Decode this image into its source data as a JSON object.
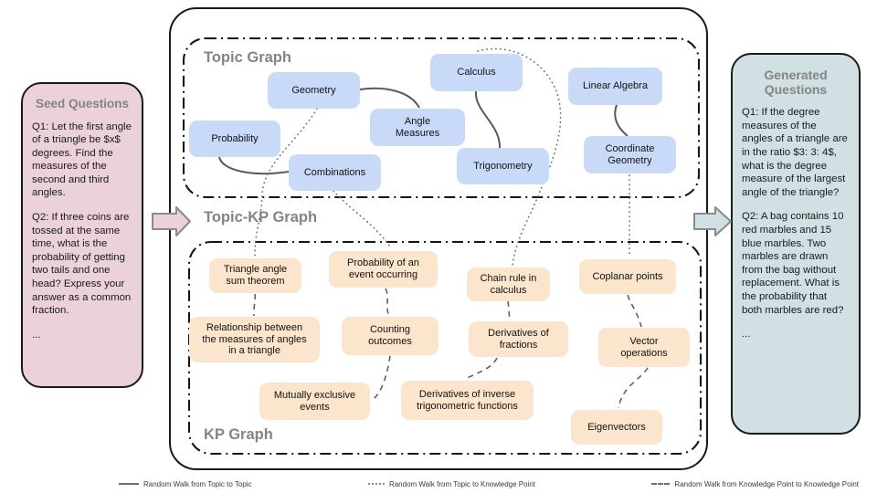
{
  "seed_panel": {
    "title": "Seed Questions",
    "q1": "Q1: Let the first angle of a triangle be $x$ degrees. Find the measures of the second and third angles.",
    "q2": "Q2: If three coins are tossed at the same time, what is the probability of getting two tails and one head? Express your answer as a common fraction.",
    "ellipsis": "..."
  },
  "generated_panel": {
    "title": "Generated Questions",
    "q1": "Q1: If the degree measures of the angles of a triangle are in the ratio $3: 3: 4$, what is the degree measure of the largest angle of the triangle?",
    "q2": "Q2: A bag contains 10 red marbles and 15 blue marbles. Two marbles are drawn from the bag without replacement. What is the probability that both marbles are red?",
    "ellipsis": "..."
  },
  "diagram": {
    "topic_graph_label": "Topic Graph",
    "topic_kp_graph_label": "Topic-KP Graph",
    "kp_graph_label": "KP Graph",
    "topic_nodes": [
      {
        "id": "geometry",
        "label": "Geometry"
      },
      {
        "id": "probability",
        "label": "Probability"
      },
      {
        "id": "angle-measures",
        "label": "Angle Measures"
      },
      {
        "id": "combinations",
        "label": "Combinations"
      },
      {
        "id": "calculus",
        "label": "Calculus"
      },
      {
        "id": "trigonometry",
        "label": "Trigonometry"
      },
      {
        "id": "linear-algebra",
        "label": "Linear Algebra"
      },
      {
        "id": "coordinate-geometry",
        "label": "Coordinate Geometry"
      }
    ],
    "kp_nodes": [
      {
        "id": "triangle-angle-sum",
        "label": "Triangle angle sum theorem"
      },
      {
        "id": "prob-event",
        "label": "Probability of an event occurring"
      },
      {
        "id": "chain-rule",
        "label": "Chain rule in calculus"
      },
      {
        "id": "coplanar-points",
        "label": "Coplanar points"
      },
      {
        "id": "relationship-angles",
        "label": "Relationship between the measures of angles in a triangle"
      },
      {
        "id": "counting-outcomes",
        "label": "Counting outcomes"
      },
      {
        "id": "derivatives-fractions",
        "label": "Derivatives of fractions"
      },
      {
        "id": "vector-operations",
        "label": "Vector operations"
      },
      {
        "id": "mutually-exclusive",
        "label": "Mutually exclusive events"
      },
      {
        "id": "derivatives-inverse-trig",
        "label": "Derivatives of inverse trigonometric functions"
      },
      {
        "id": "eigenvectors",
        "label": "Eigenvectors"
      }
    ],
    "edges": {
      "topic_to_topic": [
        [
          "Geometry",
          "Angle Measures"
        ],
        [
          "Probability",
          "Combinations"
        ],
        [
          "Calculus",
          "Trigonometry"
        ],
        [
          "Linear Algebra",
          "Coordinate Geometry"
        ]
      ],
      "topic_to_kp": [
        [
          "Geometry",
          "Triangle angle sum theorem"
        ],
        [
          "Combinations",
          "Probability of an event occurring"
        ],
        [
          "Calculus",
          "Chain rule in calculus"
        ],
        [
          "Coordinate Geometry",
          "Coplanar points"
        ]
      ],
      "kp_to_kp": [
        [
          "Triangle angle sum theorem",
          "Relationship between the measures of angles in a triangle"
        ],
        [
          "Probability of an event occurring",
          "Counting outcomes"
        ],
        [
          "Counting outcomes",
          "Mutually exclusive events"
        ],
        [
          "Chain rule in calculus",
          "Derivatives of fractions"
        ],
        [
          "Derivatives of fractions",
          "Derivatives of inverse trigonometric functions"
        ],
        [
          "Coplanar points",
          "Vector operations"
        ],
        [
          "Vector operations",
          "Eigenvectors"
        ]
      ]
    }
  },
  "legend": {
    "items": [
      {
        "style": "solid",
        "label": "Random Walk from Topic to Topic"
      },
      {
        "style": "dotted",
        "label": "Random Walk from Topic to Knowledge Point"
      },
      {
        "style": "dashed",
        "label": "Random Walk from Knowledge Point to Knowledge Point"
      }
    ]
  },
  "colors": {
    "topic_node": "#c9daf8",
    "kp_node": "#fce5cd",
    "seed_panel": "#ead1dc",
    "generated_panel": "#d0e0e3",
    "heading_gray": "#848484"
  }
}
